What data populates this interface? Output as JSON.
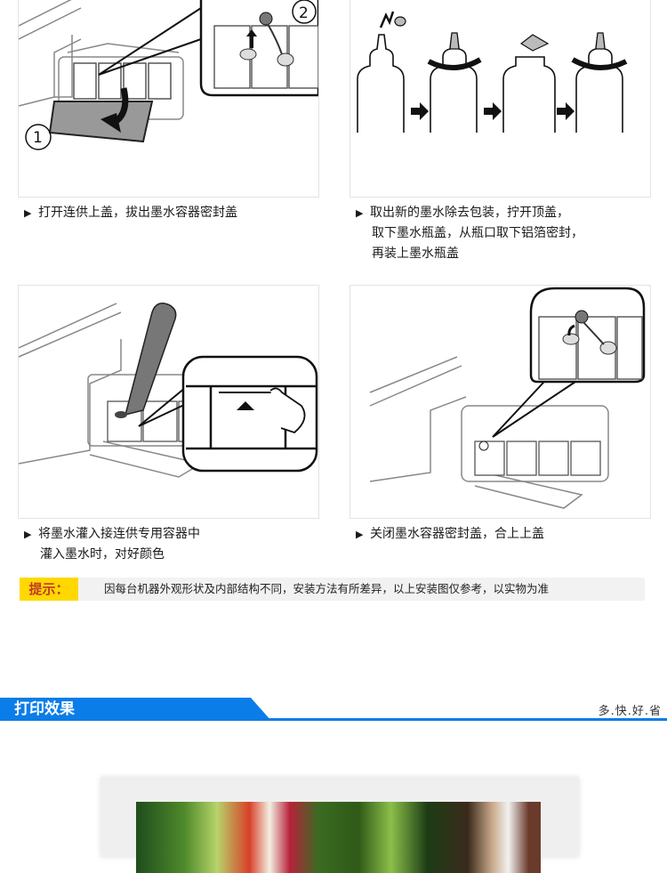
{
  "steps": [
    {
      "id": 1,
      "marker": "▶",
      "lines": [
        "打开连供上盖，拔出墨水容器密封盖"
      ],
      "illustration": {
        "callout_numbers": [
          "①",
          "②"
        ],
        "description": "printer ink tank, open cover, remove seal cap"
      }
    },
    {
      "id": 2,
      "marker": "▶",
      "lines": [
        "取出新的墨水除去包装，拧开顶盖，",
        "取下墨水瓶盖，从瓶口取下铝箔密封，",
        "再装上墨水瓶盖"
      ],
      "illustration": {
        "description": "four ink bottles sequence with arrows"
      }
    },
    {
      "id": 3,
      "marker": "▶",
      "lines": [
        "将墨水灌入接连供专用容器中",
        "灌入墨水时，对好颜色"
      ],
      "illustration": {
        "description": "pour ink into tank, fill-line magnified"
      }
    },
    {
      "id": 4,
      "marker": "▶",
      "lines": [
        "关闭墨水容器密封盖，合上上盖"
      ],
      "illustration": {
        "description": "close seal cap, close cover"
      }
    }
  ],
  "tip": {
    "label": "提示：",
    "text": "因每台机器外观形状及内部结构不同，安装方法有所差异，以上安装图仅参考，以实物为准",
    "label_bg": "#ffd800",
    "label_color": "#c0392b"
  },
  "section": {
    "title": "打印效果",
    "slogan": "多.快.好.省",
    "accent": "#0a7de8"
  },
  "print_sample": {
    "description": "printed photo sample of vegetables"
  }
}
